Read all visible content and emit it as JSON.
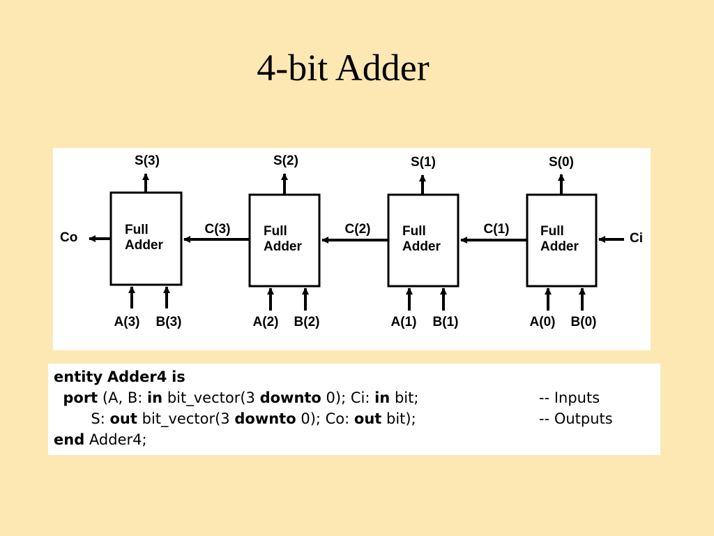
{
  "title": "4-bit Adder",
  "diagram": {
    "adders": [
      {
        "label_line1": "Full",
        "label_line2": "Adder",
        "sum": "S(3)",
        "a": "A(3)",
        "b": "B(3)"
      },
      {
        "label_line1": "Full",
        "label_line2": "Adder",
        "sum": "S(2)",
        "a": "A(2)",
        "b": "B(2)"
      },
      {
        "label_line1": "Full",
        "label_line2": "Adder",
        "sum": "S(1)",
        "a": "A(1)",
        "b": "B(1)"
      },
      {
        "label_line1": "Full",
        "label_line2": "Adder",
        "sum": "S(0)",
        "a": "A(0)",
        "b": "B(0)"
      }
    ],
    "carries": [
      "C(3)",
      "C(2)",
      "C(1)"
    ],
    "carry_out": "Co",
    "carry_in": "Ci"
  },
  "code": {
    "line1": {
      "kw1": "entity",
      "name": "Adder4",
      "kw2": "is"
    },
    "line2": {
      "kw_port": "port",
      "t1": "(A, B: ",
      "kw_in1": "in",
      "t2": "bit_vector(3",
      "kw_downto": "downto",
      "t3": "0); Ci: ",
      "kw_in2": "in",
      "t4": "bit;",
      "comment": "-- Inputs"
    },
    "line3": {
      "t1": "S: ",
      "kw_out1": "out",
      "t2": "bit_vector(3",
      "kw_downto": "downto",
      "t3": "0); Co: ",
      "kw_out2": "out",
      "t4": "bit);",
      "comment": "-- Outputs"
    },
    "line4": {
      "kw_end": "end",
      "name": "Adder4;"
    }
  }
}
